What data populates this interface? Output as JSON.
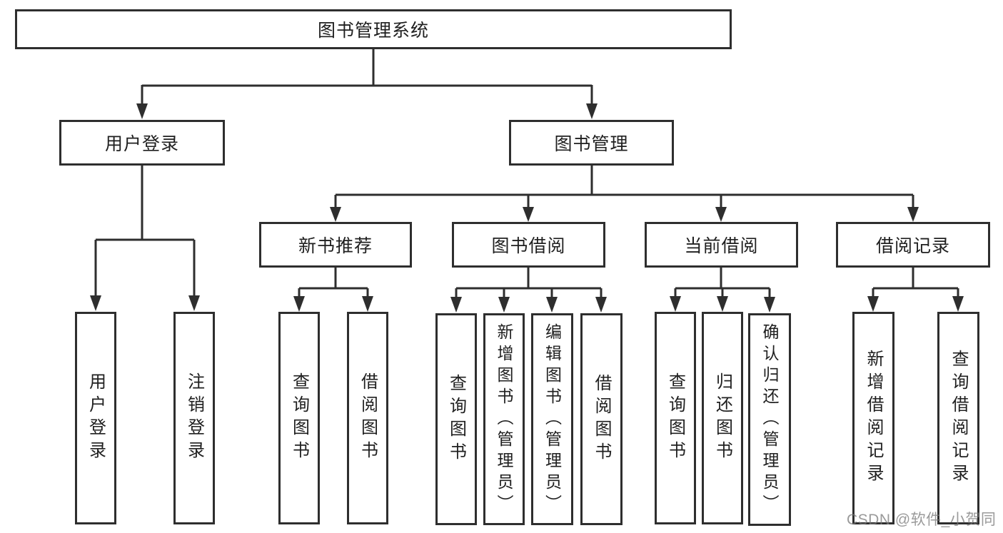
{
  "colors": {
    "ink": "#2e2e2e",
    "text": "#1f1f1f",
    "background": "#ffffff",
    "watermark_gray": "#9e9e9e"
  },
  "tree": {
    "root": {
      "label": "图书管理系统"
    },
    "children": [
      {
        "label": "用户登录",
        "children": [
          {
            "label": "用户登录"
          },
          {
            "label": "注销登录"
          }
        ]
      },
      {
        "label": "图书管理",
        "children": [
          {
            "label": "新书推荐",
            "children": [
              {
                "label": "查询图书"
              },
              {
                "label": "借阅图书"
              }
            ]
          },
          {
            "label": "图书借阅",
            "children": [
              {
                "label": "查询图书"
              },
              {
                "label": "新增图书（管理员）"
              },
              {
                "label": "编辑图书（管理员）"
              },
              {
                "label": "借阅图书"
              }
            ]
          },
          {
            "label": "当前借阅",
            "children": [
              {
                "label": "查询图书"
              },
              {
                "label": "归还图书"
              },
              {
                "label": "确认归还（管理员）"
              }
            ]
          },
          {
            "label": "借阅记录",
            "children": [
              {
                "label": "新增借阅记录"
              },
              {
                "label": "查询借阅记录"
              }
            ]
          }
        ]
      }
    ]
  },
  "watermark": {
    "text": "CSDN @软件_小贺同学"
  }
}
